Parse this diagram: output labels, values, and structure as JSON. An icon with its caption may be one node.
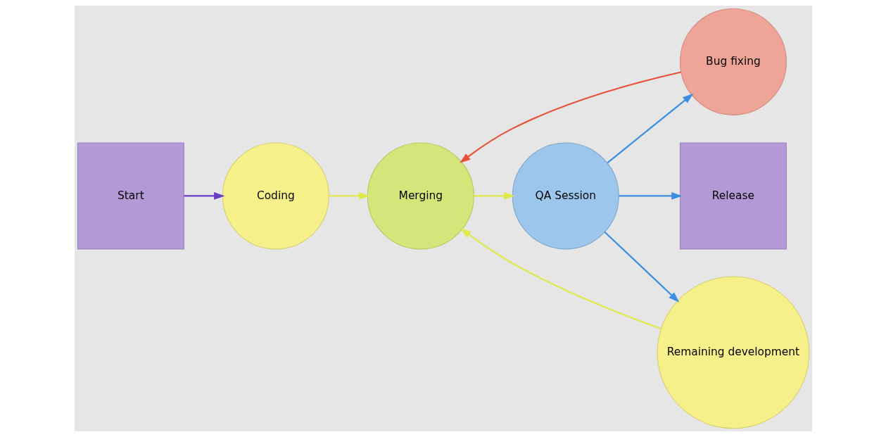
{
  "diagram": {
    "nodes": [
      {
        "text": [
          "Start"
        ]
      },
      {
        "text": [
          "Coding"
        ]
      },
      {
        "text": [
          "Merging"
        ]
      },
      {
        "text": [
          "QA Session"
        ]
      },
      {
        "text": [
          "Bug fixing"
        ]
      },
      {
        "text": [
          "Remaining development"
        ]
      },
      {
        "text": [
          "Release"
        ]
      }
    ],
    "edges": [
      {
        "from": 0,
        "to": 1,
        "arrow": "to",
        "color": "#6a3dc8"
      },
      {
        "from": 1,
        "to": 2,
        "arrow": "to",
        "color": "#e0e84a"
      },
      {
        "from": 2,
        "to": 3,
        "arrow": "to",
        "color": "#e0e84a"
      },
      {
        "from": 3,
        "to": 4,
        "arrow": "to",
        "color": "#3a8fe0"
      },
      {
        "from": 3,
        "to": 5,
        "arrow": "to",
        "color": "#3a8fe0"
      },
      {
        "from": 3,
        "to": 6,
        "arrow": "to",
        "color": "#3a8fe0"
      },
      {
        "from": 4,
        "to": 2,
        "arrow": "to",
        "color": "#e8503a"
      },
      {
        "from": 5,
        "to": 2,
        "arrow": "to",
        "color": "#e0e84a"
      }
    ]
  }
}
